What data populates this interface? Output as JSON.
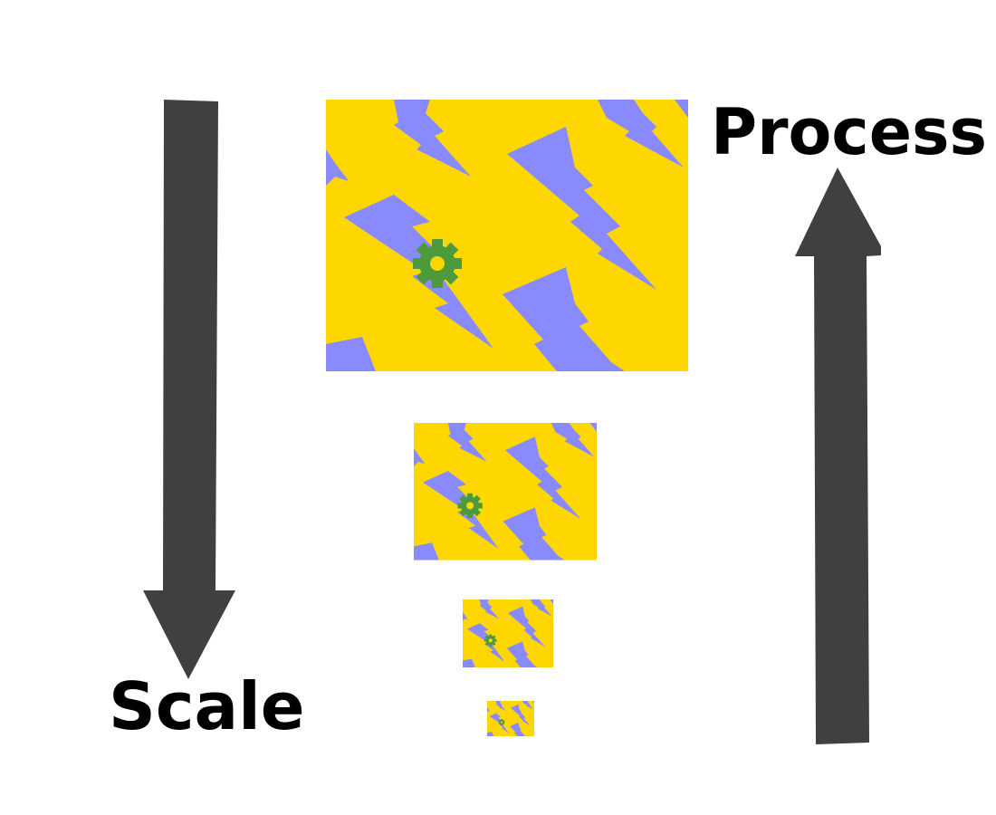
{
  "labels": {
    "scale": "Scale",
    "process": "Process"
  },
  "colors": {
    "arrow": "#404040",
    "tile_background": "#FFD700",
    "bolt": "#8A8AFF",
    "gear": "#4C9A3C",
    "gear_hub": "#3A7EA0",
    "text": "#000000"
  },
  "pyramid": {
    "levels": 4,
    "scale_factor": 0.5
  },
  "icons": {
    "tile_pattern": "lightning-bolt-icon",
    "center_mark": "gear-icon",
    "scale_arrow": "arrow-down-icon",
    "process_arrow": "arrow-up-icon"
  }
}
